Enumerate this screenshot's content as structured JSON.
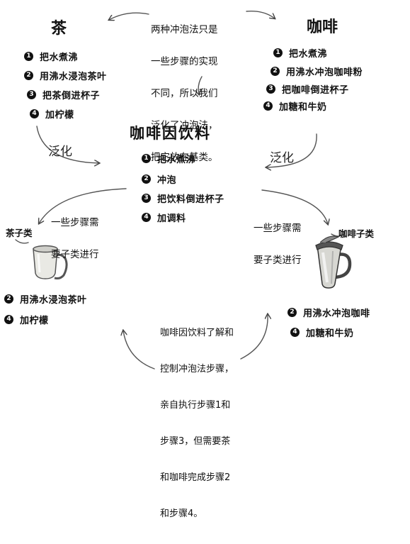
{
  "top_note": [
    "两种冲泡法只是",
    "一些步骤的实现",
    "不同，所以我们",
    "泛化了冲泡法，",
    "把它放在基类。"
  ],
  "tea": {
    "title": "茶",
    "steps": [
      {
        "num": "1",
        "text": "把水煮沸"
      },
      {
        "num": "2",
        "text": "用沸水浸泡茶叶"
      },
      {
        "num": "3",
        "text": "把茶倒进杯子"
      },
      {
        "num": "4",
        "text": "加柠檬"
      }
    ]
  },
  "coffee": {
    "title": "咖啡",
    "steps": [
      {
        "num": "1",
        "text": "把水煮沸"
      },
      {
        "num": "2",
        "text": "用沸水冲泡咖啡粉"
      },
      {
        "num": "3",
        "text": "把咖啡倒进杯子"
      },
      {
        "num": "4",
        "text": "加糖和牛奶"
      }
    ]
  },
  "generalize_label": "泛化",
  "beverage": {
    "title": "咖啡因饮料",
    "steps": [
      {
        "num": "1",
        "text": "把水煮沸"
      },
      {
        "num": "2",
        "text": "冲泡"
      },
      {
        "num": "3",
        "text": "把饮料倒进杯子"
      },
      {
        "num": "4",
        "text": "加调料"
      }
    ]
  },
  "subclass_note": [
    "一些步骤需",
    "要子类进行"
  ],
  "tea_subclass": {
    "label": "茶子类",
    "steps": [
      {
        "num": "2",
        "text": "用沸水浸泡茶叶"
      },
      {
        "num": "4",
        "text": "加柠檬"
      }
    ]
  },
  "coffee_subclass": {
    "label": "咖啡子类",
    "steps": [
      {
        "num": "2",
        "text": "用沸水冲泡咖啡"
      },
      {
        "num": "4",
        "text": "加糖和牛奶"
      }
    ]
  },
  "bottom_note": [
    "咖啡因饮料了解和",
    "控制冲泡法步骤，",
    "亲自执行步骤1和",
    "步骤3，但需要茶",
    "和咖啡完成步骤2",
    "和步骤4。"
  ]
}
